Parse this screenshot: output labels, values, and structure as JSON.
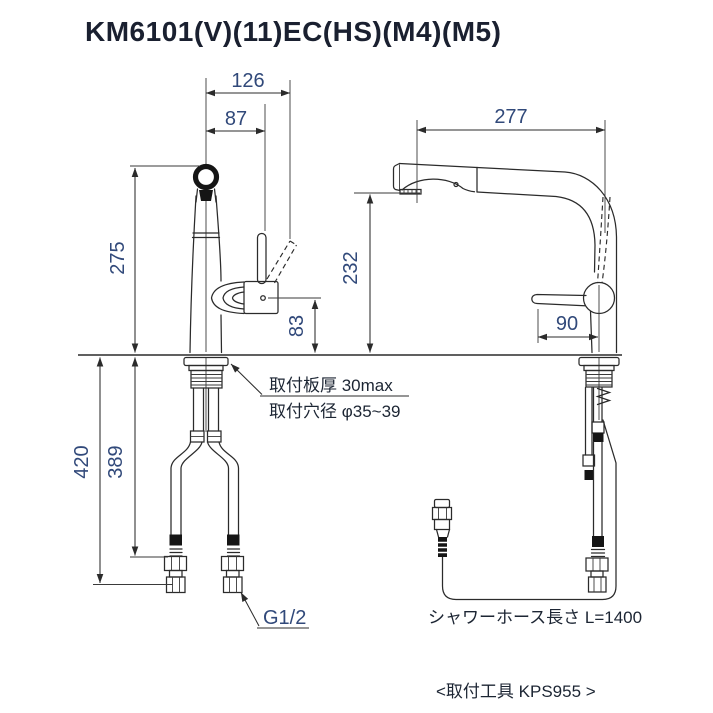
{
  "title": "KM6101(V)(11)EC(HS)(M4)(M5)",
  "colors": {
    "background": "#ffffff",
    "line": "#2b2b2b",
    "dimension_text": "#31497a",
    "annotation_text": "#1c2533"
  },
  "front_view": {
    "dim_width_full": "126",
    "dim_width_to_lever": "87",
    "dim_spout_height": "275",
    "dim_handle_height": "83",
    "dim_hose_total": "420",
    "dim_hose_to_nut": "389",
    "connector_thread": "G1/2"
  },
  "side_view": {
    "dim_spout_reach": "277",
    "dim_clearance_height": "232",
    "dim_handle_reach": "90",
    "shower_hose_note": "シャワーホース長さ L=1400"
  },
  "mounting_note": {
    "line1": "取付板厚 30max",
    "line2": "取付穴径 φ35~39"
  },
  "tool_note": "<取付工具 KPS955 >"
}
